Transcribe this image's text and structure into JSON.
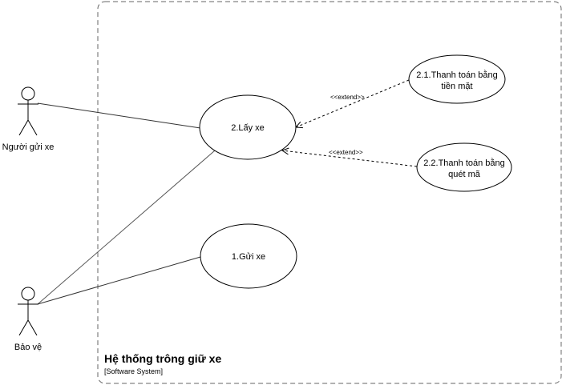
{
  "system": {
    "title": "Hệ thống trông giữ xe",
    "type_label": "[Software System]"
  },
  "actors": {
    "sender": {
      "label": "Người gửi xe"
    },
    "guard": {
      "label": "Bảo vệ"
    }
  },
  "use_cases": {
    "pick_up": {
      "label": "2.Lấy xe"
    },
    "drop_off": {
      "label": "1.Gửi xe"
    },
    "pay_cash": {
      "line1": "2.1.Thanh toán bằng",
      "line2": "tiền mặt"
    },
    "pay_qr": {
      "line1": "2.2.Thanh toán bằng",
      "line2": "quét mã"
    }
  },
  "relations": {
    "extend_cash": "<<extend>>",
    "extend_qr": "<<extend>>"
  },
  "colors": {
    "boundary": "#666666",
    "line": "#333333",
    "guard_line": "#555555"
  }
}
